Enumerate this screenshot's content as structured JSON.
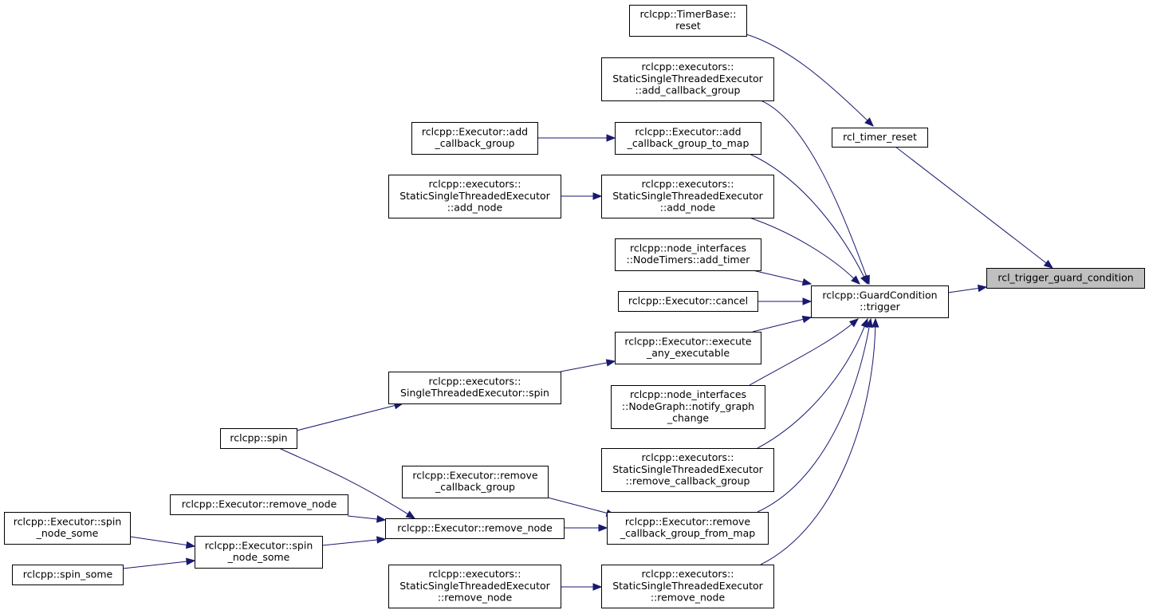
{
  "diagram": {
    "kind": "doxygen caller graph",
    "nodes": [
      {
        "id": "root",
        "lines": [
          "rcl_trigger_guard_condition"
        ],
        "highlight": true
      },
      {
        "id": "timer_reset",
        "lines": [
          "rcl_timer_reset"
        ]
      },
      {
        "id": "timerbase_reset",
        "lines": [
          "rclcpp::TimerBase::",
          "reset"
        ]
      },
      {
        "id": "gc_trigger",
        "lines": [
          "rclcpp::GuardCondition",
          "::trigger"
        ]
      },
      {
        "id": "ss_add_cbg",
        "lines": [
          "rclcpp::executors::",
          "StaticSingleThreadedExecutor",
          "::add_callback_group"
        ]
      },
      {
        "id": "exec_add_cbg_map",
        "lines": [
          "rclcpp::Executor::add",
          "_callback_group_to_map"
        ]
      },
      {
        "id": "exec_add_cbg",
        "lines": [
          "rclcpp::Executor::add",
          "_callback_group"
        ]
      },
      {
        "id": "ss_add_node",
        "lines": [
          "rclcpp::executors::",
          "StaticSingleThreadedExecutor",
          "::add_node"
        ]
      },
      {
        "id": "ss_add_node_caller",
        "lines": [
          "rclcpp::executors::",
          "StaticSingleThreadedExecutor",
          "::add_node"
        ]
      },
      {
        "id": "nodetimers_add",
        "lines": [
          "rclcpp::node_interfaces",
          "::NodeTimers::add_timer"
        ]
      },
      {
        "id": "exec_cancel",
        "lines": [
          "rclcpp::Executor::cancel"
        ]
      },
      {
        "id": "exec_execute_any",
        "lines": [
          "rclcpp::Executor::execute",
          "_any_executable"
        ]
      },
      {
        "id": "st_spin",
        "lines": [
          "rclcpp::executors::",
          "SingleThreadedExecutor::spin"
        ]
      },
      {
        "id": "rclcpp_spin",
        "lines": [
          "rclcpp::spin"
        ]
      },
      {
        "id": "nodegraph_notify",
        "lines": [
          "rclcpp::node_interfaces",
          "::NodeGraph::notify_graph",
          "_change"
        ]
      },
      {
        "id": "ss_remove_cbg",
        "lines": [
          "rclcpp::executors::",
          "StaticSingleThreadedExecutor",
          "::remove_callback_group"
        ]
      },
      {
        "id": "exec_remove_cbg_map",
        "lines": [
          "rclcpp::Executor::remove",
          "_callback_group_from_map"
        ]
      },
      {
        "id": "exec_remove_cbg",
        "lines": [
          "rclcpp::Executor::remove",
          "_callback_group"
        ]
      },
      {
        "id": "exec_remove_node_a",
        "lines": [
          "rclcpp::Executor::remove_node"
        ]
      },
      {
        "id": "exec_remove_node_b",
        "lines": [
          "rclcpp::Executor::remove_node"
        ]
      },
      {
        "id": "exec_spin_node_some_a",
        "lines": [
          "rclcpp::Executor::spin",
          "_node_some"
        ]
      },
      {
        "id": "exec_spin_node_some_b",
        "lines": [
          "rclcpp::Executor::spin",
          "_node_some"
        ]
      },
      {
        "id": "rclcpp_spin_some",
        "lines": [
          "rclcpp::spin_some"
        ]
      },
      {
        "id": "ss_remove_node",
        "lines": [
          "rclcpp::executors::",
          "StaticSingleThreadedExecutor",
          "::remove_node"
        ]
      },
      {
        "id": "ss_remove_node_caller",
        "lines": [
          "rclcpp::executors::",
          "StaticSingleThreadedExecutor",
          "::remove_node"
        ]
      }
    ],
    "edges": [
      {
        "from": "timer_reset",
        "to": "root"
      },
      {
        "from": "gc_trigger",
        "to": "root"
      },
      {
        "from": "timerbase_reset",
        "to": "timer_reset"
      },
      {
        "from": "ss_add_cbg",
        "to": "gc_trigger"
      },
      {
        "from": "exec_add_cbg_map",
        "to": "gc_trigger"
      },
      {
        "from": "ss_add_node",
        "to": "gc_trigger"
      },
      {
        "from": "nodetimers_add",
        "to": "gc_trigger"
      },
      {
        "from": "exec_cancel",
        "to": "gc_trigger"
      },
      {
        "from": "exec_execute_any",
        "to": "gc_trigger"
      },
      {
        "from": "nodegraph_notify",
        "to": "gc_trigger"
      },
      {
        "from": "ss_remove_cbg",
        "to": "gc_trigger"
      },
      {
        "from": "exec_remove_cbg_map",
        "to": "gc_trigger"
      },
      {
        "from": "ss_remove_node",
        "to": "gc_trigger"
      },
      {
        "from": "exec_add_cbg",
        "to": "exec_add_cbg_map"
      },
      {
        "from": "ss_add_node_caller",
        "to": "ss_add_node"
      },
      {
        "from": "st_spin",
        "to": "exec_execute_any"
      },
      {
        "from": "rclcpp_spin",
        "to": "st_spin"
      },
      {
        "from": "exec_remove_cbg",
        "to": "exec_remove_cbg_map"
      },
      {
        "from": "exec_remove_node_b",
        "to": "exec_remove_cbg_map"
      },
      {
        "from": "rclcpp_spin",
        "to": "exec_remove_node_b"
      },
      {
        "from": "exec_remove_node_a",
        "to": "exec_remove_node_b"
      },
      {
        "from": "exec_spin_node_some_b",
        "to": "exec_remove_node_b"
      },
      {
        "from": "exec_spin_node_some_a",
        "to": "exec_spin_node_some_b"
      },
      {
        "from": "rclcpp_spin_some",
        "to": "exec_spin_node_some_b"
      },
      {
        "from": "ss_remove_node_caller",
        "to": "ss_remove_node"
      }
    ],
    "colors": {
      "edge": "#191970",
      "node_border": "#000000",
      "node_fill": "#ffffff",
      "highlight_fill": "#bfbfbf"
    }
  }
}
